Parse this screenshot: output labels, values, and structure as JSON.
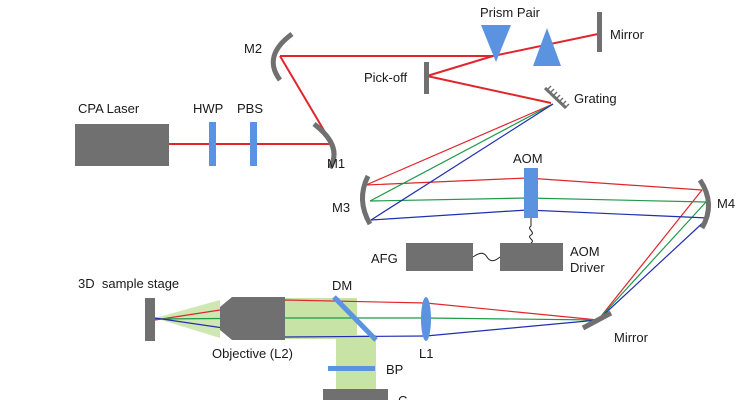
{
  "labels": {
    "prism_pair": "Prism Pair",
    "mirror_top": "Mirror",
    "m2": "M2",
    "pick_off": "Pick-off",
    "grating": "Grating",
    "cpa_laser": "CPA Laser",
    "hwp": "HWP",
    "pbs": "PBS",
    "m1": "M1",
    "aom": "AOM",
    "m3": "M3",
    "m4": "M4",
    "afg": "AFG",
    "aom_driver_line1": "AOM",
    "aom_driver_line2": "Driver",
    "stage_3d": "3D  sample stage",
    "dm": "DM",
    "objective": "Objective (L2)",
    "l1": "L1",
    "mirror_bottom": "Mirror",
    "bp": "BP",
    "camera_partial": "C"
  },
  "colors": {
    "beam_red": "#e0262c",
    "beam_green": "#1f9a4a",
    "beam_blue": "#1f2fb0",
    "optic_gray": "#707070",
    "optic_blue": "#5b93e0",
    "fluorescence_green": "#c7e3a6"
  }
}
